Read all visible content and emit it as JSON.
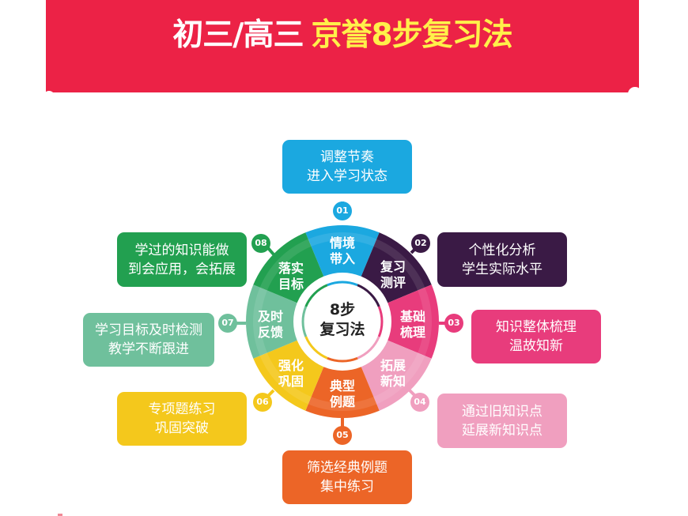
{
  "banner": {
    "title_white": "初三/高三",
    "title_yellow": "京誉8步复习法",
    "bg_color": "#ec2246",
    "yellow_color": "#fff04a"
  },
  "center": {
    "line1": "8步",
    "line2": "复习法"
  },
  "steps": [
    {
      "num": "01",
      "color": "#1ba8e0",
      "seg_line1": "情境",
      "seg_line2": "带入",
      "box_line1": "调整节奏",
      "box_line2": "进入学习状态"
    },
    {
      "num": "02",
      "color": "#3a1a45",
      "seg_line1": "复习",
      "seg_line2": "测评",
      "box_line1": "个性化分析",
      "box_line2": "学生实际水平"
    },
    {
      "num": "03",
      "color": "#e83c7c",
      "seg_line1": "基础",
      "seg_line2": "梳理",
      "box_line1": "知识整体梳理",
      "box_line2": "温故知新"
    },
    {
      "num": "04",
      "color": "#f09fbf",
      "seg_line1": "拓展",
      "seg_line2": "新知",
      "box_line1": "通过旧知识点",
      "box_line2": "延展新知识点"
    },
    {
      "num": "05",
      "color": "#ec6527",
      "seg_line1": "典型",
      "seg_line2": "例题",
      "box_line1": "筛选经典例题",
      "box_line2": "集中练习"
    },
    {
      "num": "06",
      "color": "#f4c81c",
      "seg_line1": "强化",
      "seg_line2": "巩固",
      "box_line1": "专项题练习",
      "box_line2": "巩固突破"
    },
    {
      "num": "07",
      "color": "#6fc09c",
      "seg_line1": "及时",
      "seg_line2": "反馈",
      "box_line1": "学习目标及时检测",
      "box_line2": "教学不断跟进"
    },
    {
      "num": "08",
      "color": "#22a050",
      "seg_line1": "落实",
      "seg_line2": "目标",
      "box_line1": "学过的知识能做",
      "box_line2": "到会应用，会拓展"
    }
  ]
}
